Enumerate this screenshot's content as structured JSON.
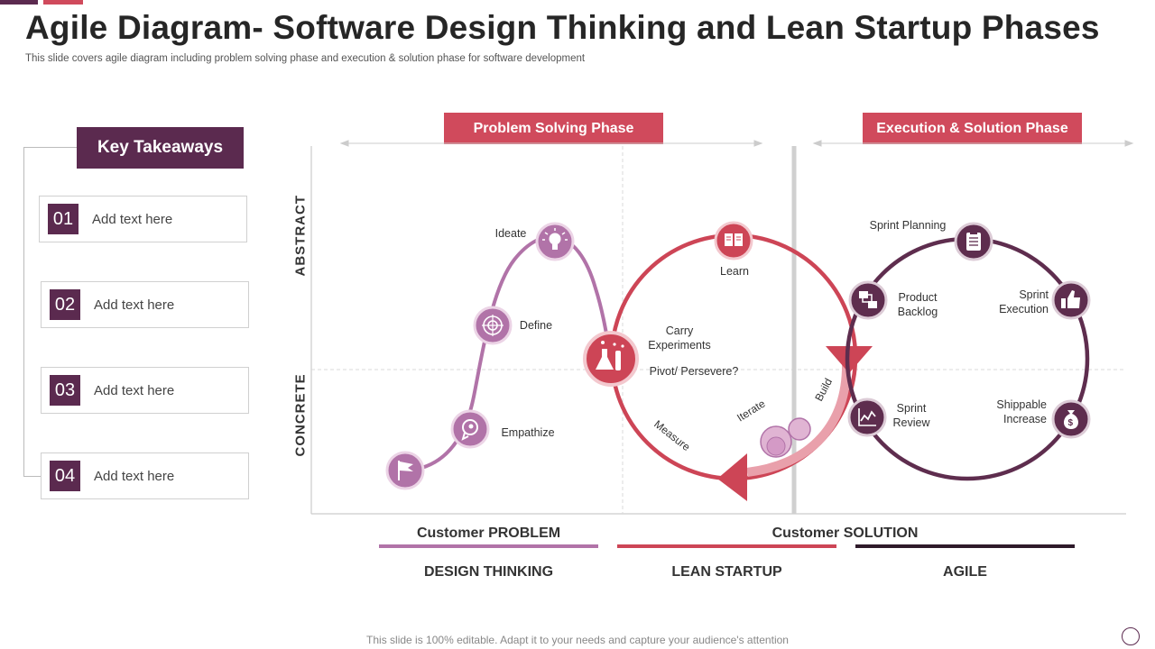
{
  "title": "Agile Diagram- Software Design Thinking and Lean Startup Phases",
  "subtitle": "This slide covers agile diagram including problem solving phase and execution & solution phase for software development",
  "key_takeaways": {
    "heading": "Key Takeaways",
    "items": [
      {
        "num": "01",
        "text": "Add text here"
      },
      {
        "num": "02",
        "text": "Add text here"
      },
      {
        "num": "03",
        "text": "Add text here"
      },
      {
        "num": "04",
        "text": "Add text here"
      }
    ]
  },
  "phases": {
    "problem_solving": "Problem Solving Phase",
    "execution": "Execution & Solution Phase"
  },
  "axes": {
    "abstract": "ABSTRACT",
    "concrete": "CONCRETE"
  },
  "design_thinking": {
    "ideate": "Ideate",
    "define": "Define",
    "empathize": "Empathize"
  },
  "lean_startup": {
    "learn": "Learn",
    "carry_experiments": "Carry\nExperiments",
    "pivot": "Pivot/ Persevere?",
    "iterate": "Iterate",
    "measure": "Measure",
    "build": "Build"
  },
  "agile": {
    "sprint_planning": "Sprint Planning",
    "product_backlog": "Product\nBacklog",
    "sprint_execution": "Sprint\nExecution",
    "sprint_review": "Sprint\nReview",
    "shippable_increase": "Shippable\nIncrease"
  },
  "bottom": {
    "customer_problem": "Customer PROBLEM",
    "customer_solution": "Customer SOLUTION",
    "design_thinking": "DESIGN THINKING",
    "lean_startup": "LEAN STARTUP",
    "agile": "AGILE"
  },
  "footer": "This slide is 100% editable. Adapt it to your needs and capture your audience's attention",
  "colors": {
    "purple_dark": "#5b2a4f",
    "mauve": "#b173a8",
    "red": "#cd4556",
    "agile_ring": "#5e2d4e"
  },
  "icons": [
    "flag-icon",
    "brain-icon",
    "target-icon",
    "lightbulb-icon",
    "flask-icon",
    "book-icon",
    "clipboard-icon",
    "thumbs-up-icon",
    "money-bag-icon",
    "chart-icon",
    "backlog-icon"
  ]
}
